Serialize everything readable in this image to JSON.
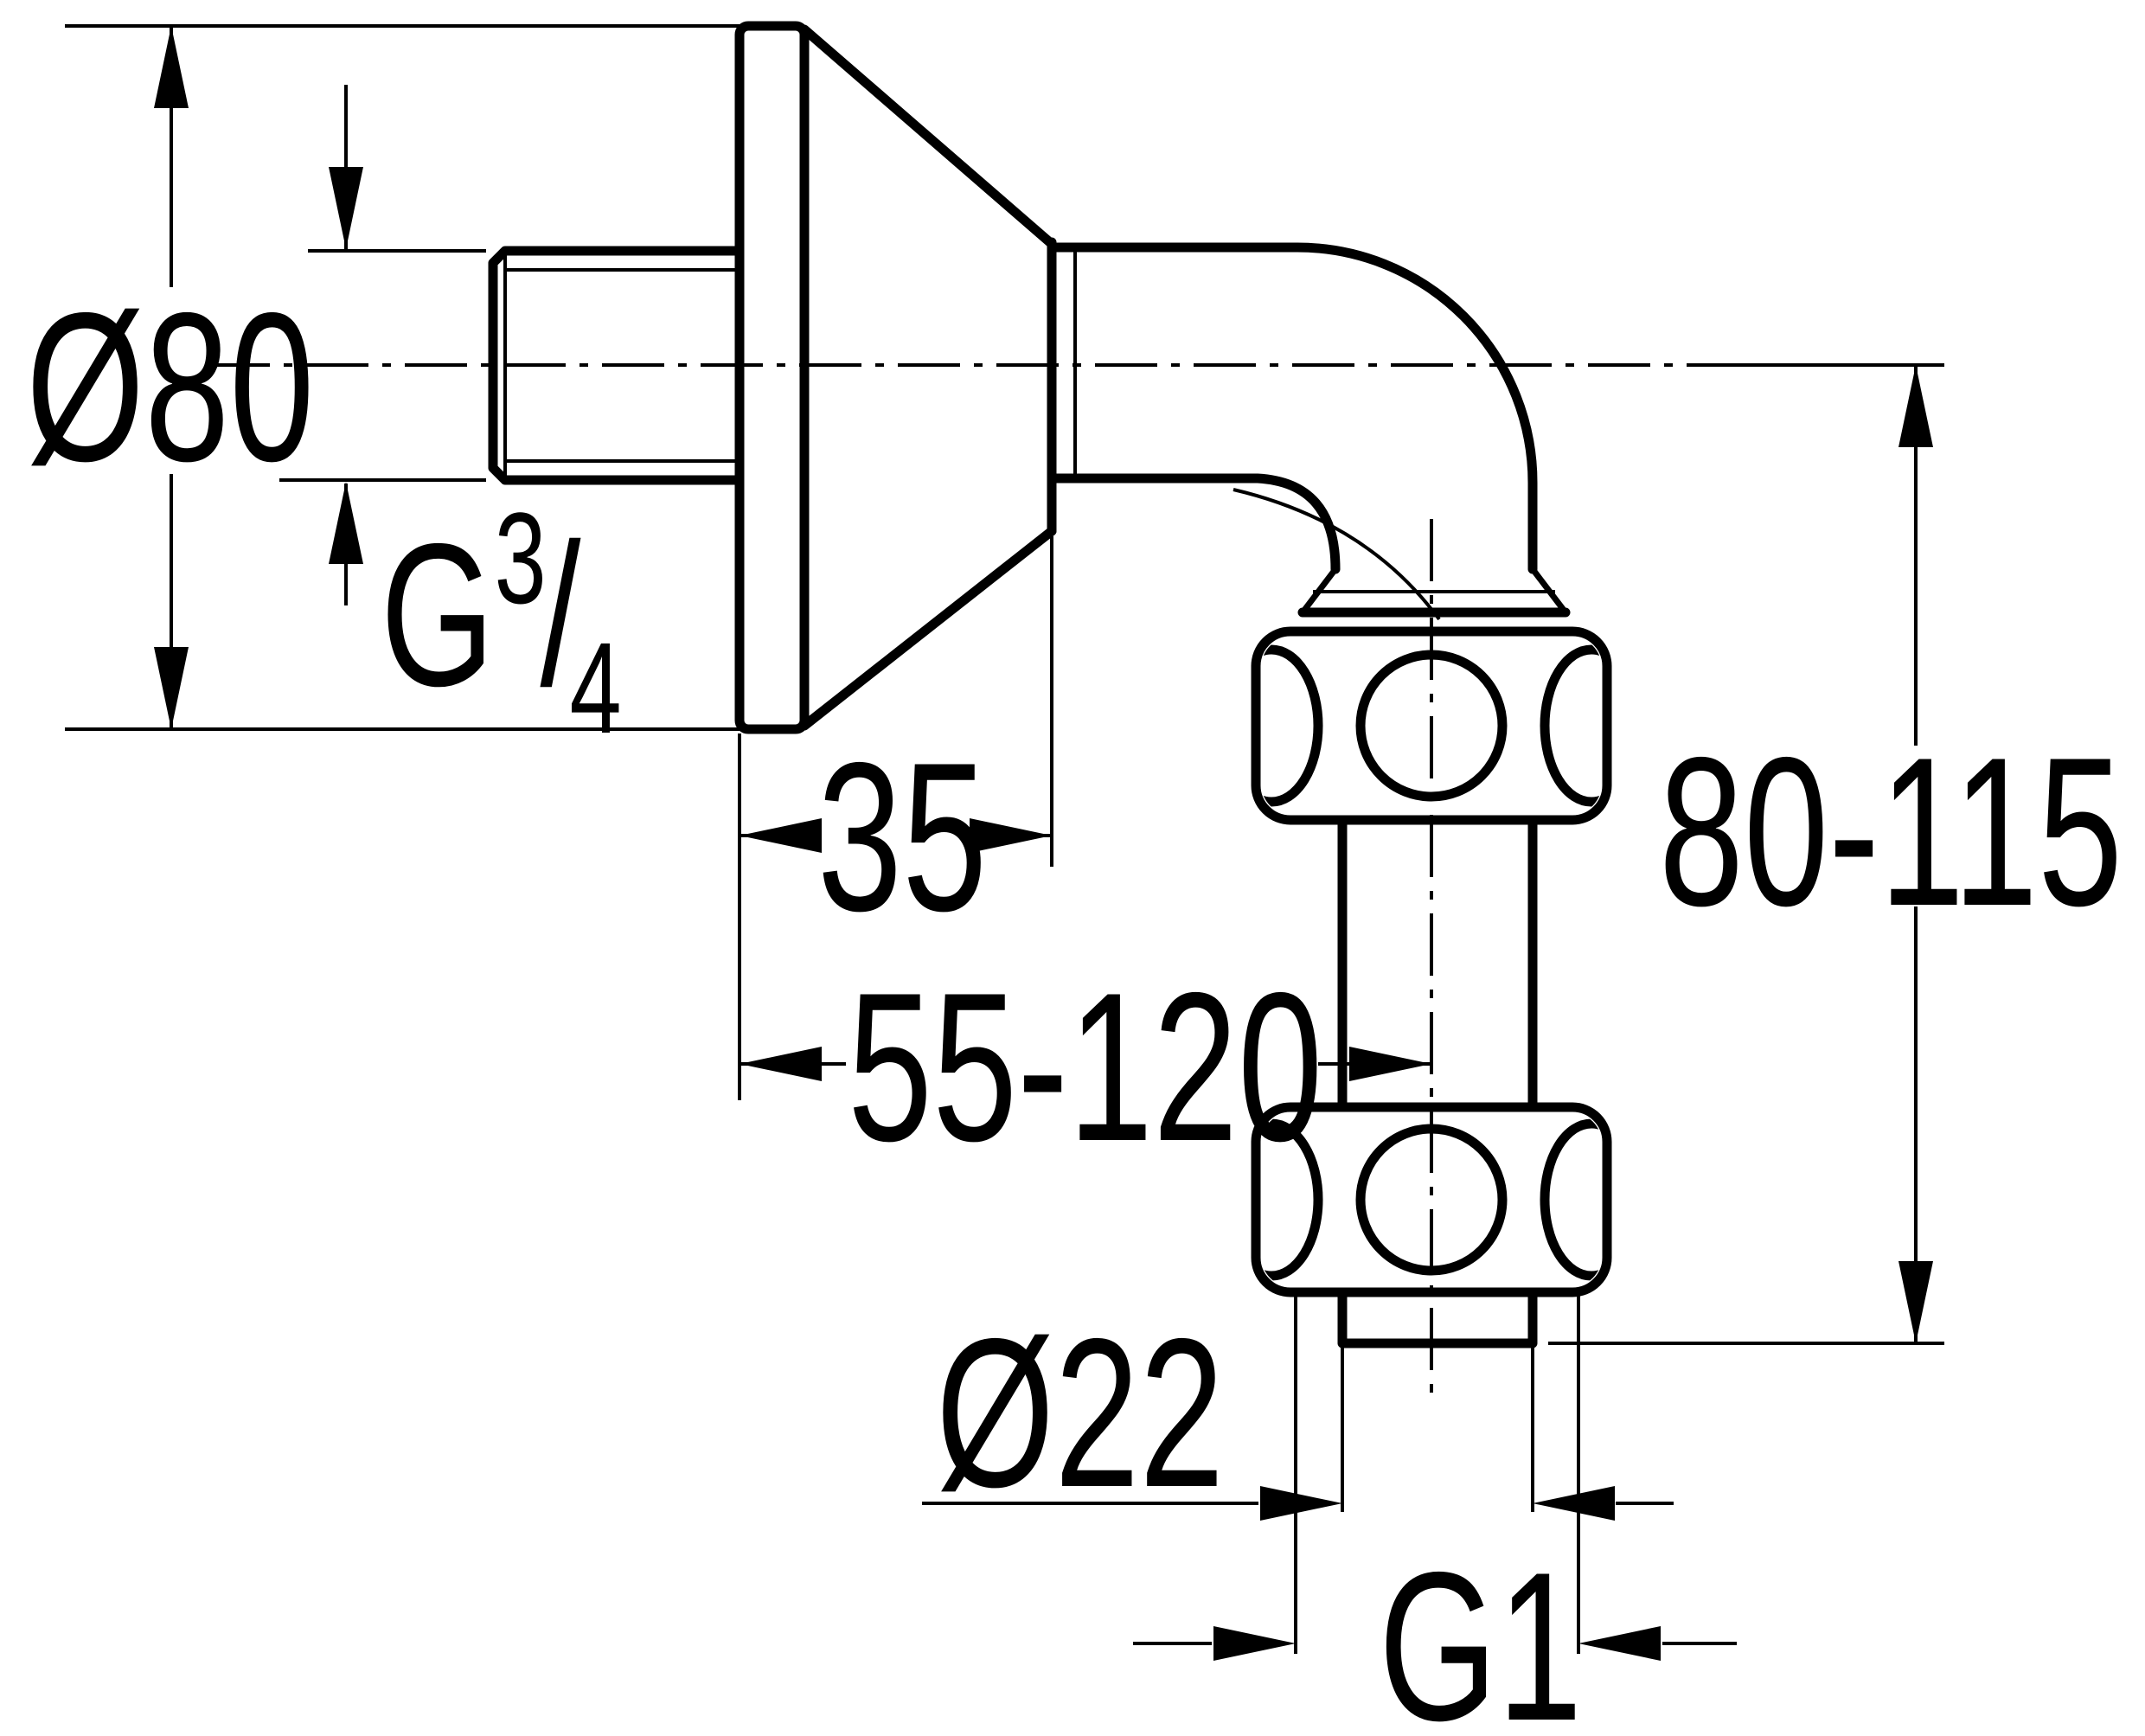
{
  "drawing": {
    "background_color": "#ffffff",
    "line_color": "#000000",
    "labels": {
      "dia80": "Ø80",
      "g34": {
        "prefix": "G",
        "numerator": "3",
        "slash": "/",
        "denominator": "4"
      },
      "d35": "35",
      "d55_120": "55-120",
      "d80_115": "80-115",
      "dia22": "Ø22",
      "g1": "G1"
    }
  }
}
